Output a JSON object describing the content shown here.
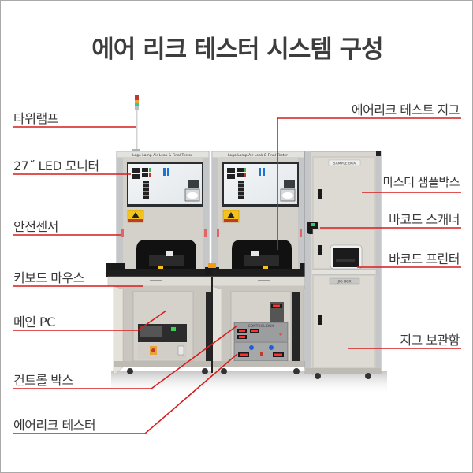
{
  "title": "에어 리크 테스터 시스템 구성",
  "colors": {
    "leader_line": "#d91c1c",
    "title_text": "#3d3d3d",
    "label_text": "#3a3a3a",
    "frame_border": "#a9a9a9",
    "cabinet": "#d9d7d0",
    "aluminum_frame": "#c4c6c8"
  },
  "labels_left": [
    {
      "id": "tower-lamp",
      "text": "타워램프"
    },
    {
      "id": "led-monitor",
      "text": "27˝ LED 모니터"
    },
    {
      "id": "safety-sensor",
      "text": "안전센서"
    },
    {
      "id": "keyboard-mouse",
      "text": "키보드 마우스"
    },
    {
      "id": "main-pc",
      "text": "메인 PC"
    },
    {
      "id": "control-box",
      "text": "컨트롤 박스"
    },
    {
      "id": "air-leak-tester",
      "text": "에어리크 테스터"
    }
  ],
  "labels_right": [
    {
      "id": "air-leak-test-jig",
      "text": "에어리크 테스트 지그"
    },
    {
      "id": "master-sample-box",
      "text": "마스터 샘플박스"
    },
    {
      "id": "barcode-scanner",
      "text": "바코드 스캐너"
    },
    {
      "id": "barcode-printer",
      "text": "바코드 프린터"
    },
    {
      "id": "jig-storage",
      "text": "지그 보관함"
    }
  ],
  "machine": {
    "header_strip_text": "Logo Lamp Air Leak & Final Tester",
    "sample_box_tag": "SAMPLE BOX",
    "jig_box_tag": "JIG BOX",
    "control_box_tag": "CONTROL BOX"
  }
}
